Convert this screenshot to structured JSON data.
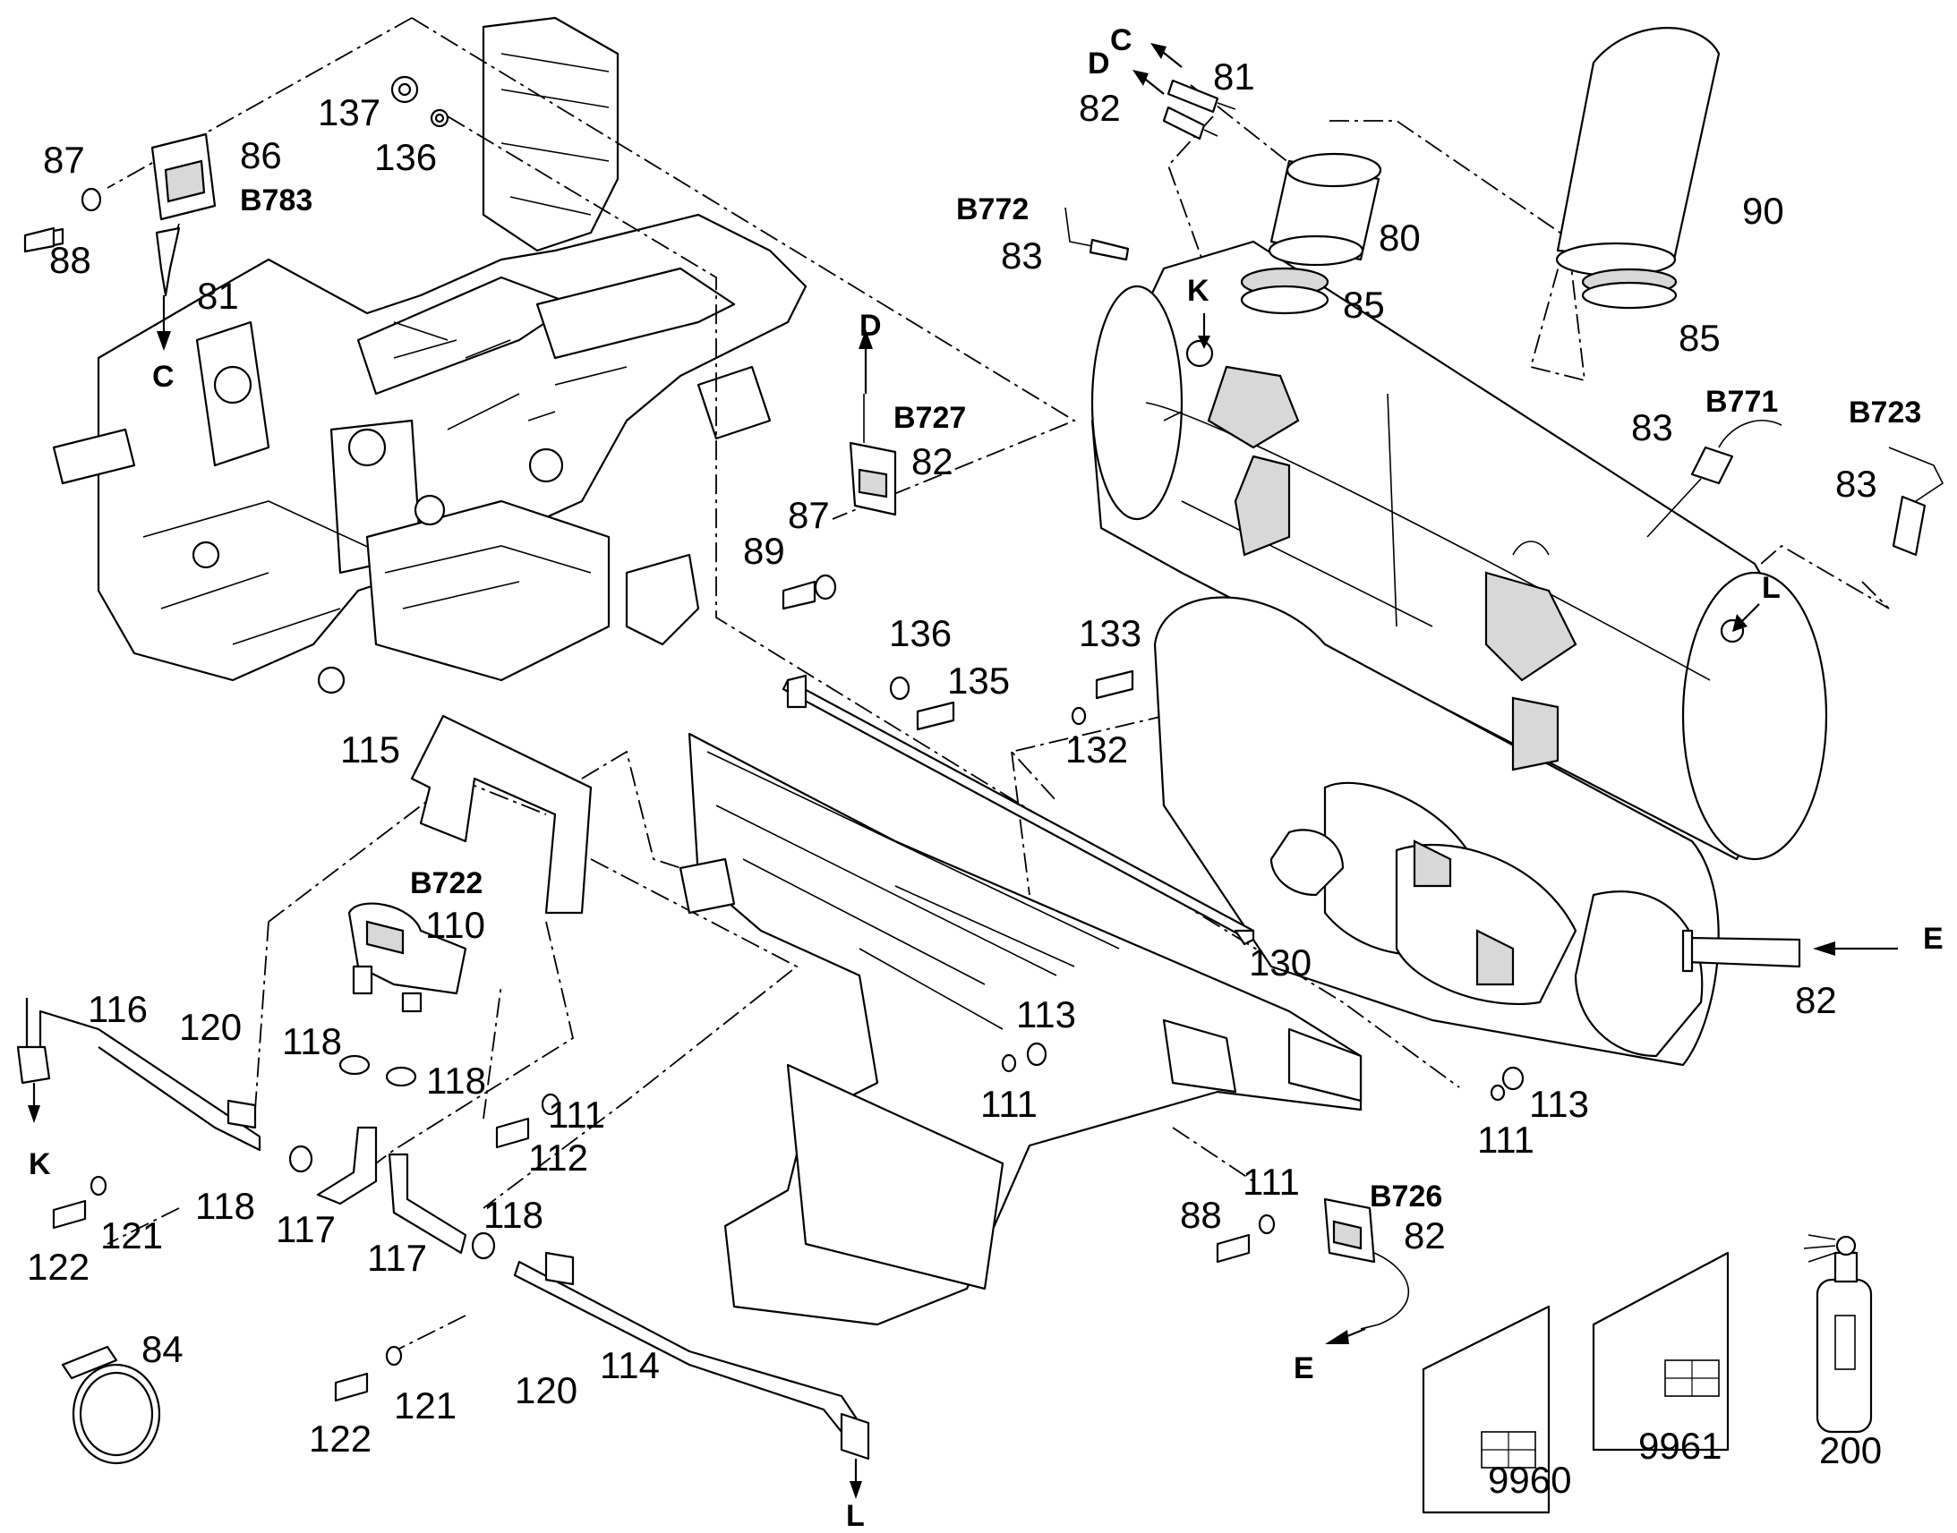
{
  "callouts": {
    "n137": "137",
    "n136a": "136",
    "n87a": "87",
    "n86": "86",
    "b783": "B783",
    "n88a": "88",
    "n81a": "81",
    "conn_c": "C",
    "conn_c_top": "C",
    "n81b": "81",
    "conn_d_top": "D",
    "n82a": "82",
    "b772": "B772",
    "n83a": "83",
    "n80": "80",
    "n90": "90",
    "conn_k_top": "K",
    "n85a": "85",
    "n85b": "85",
    "b771": "B771",
    "n83b": "83",
    "b723": "B723",
    "n83c": "83",
    "conn_d": "D",
    "b727": "B727",
    "n82b": "82",
    "n87b": "87",
    "n89": "89",
    "conn_l_top": "L",
    "n136b": "136",
    "n135": "135",
    "n133": "133",
    "n132": "132",
    "n115": "115",
    "b722": "B722",
    "n110": "110",
    "n116": "116",
    "n120a": "120",
    "n118a": "118",
    "n118b": "118",
    "conn_k": "K",
    "n111a": "111",
    "n112": "112",
    "n118c": "118",
    "n117a": "117",
    "n117b": "117",
    "n118d": "118",
    "n122a": "122",
    "n121a": "121",
    "n130": "130",
    "n113a": "113",
    "n111b": "111",
    "n113b": "113",
    "n111c": "111",
    "n82c": "82",
    "conn_e_right": "E",
    "n88b": "88",
    "n111d": "111",
    "b726": "B726",
    "n82d": "82",
    "conn_e": "E",
    "n84": "84",
    "n122b": "122",
    "n121b": "121",
    "n120b": "120",
    "n114": "114",
    "conn_l": "L",
    "n9960": "9960",
    "n9961": "9961",
    "n200": "200"
  }
}
